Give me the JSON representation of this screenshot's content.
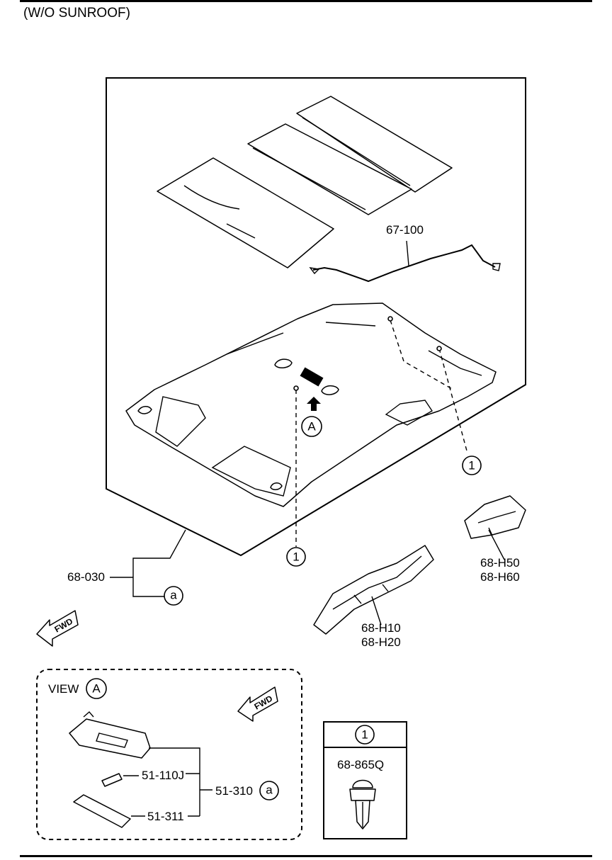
{
  "header": {
    "title": "(W/O SUNROOF)"
  },
  "callouts": {
    "detail_ref": "A",
    "clip_ref": "1",
    "assembly_ref": "a"
  },
  "parts": {
    "harness": "67-100",
    "headliner": "68-030",
    "trim_front_a": "68-H10",
    "trim_front_b": "68-H20",
    "trim_rear_a": "68-H50",
    "trim_rear_b": "68-H60"
  },
  "view_a": {
    "label": "VIEW",
    "bulb": "51-110J",
    "assembly": "51-310",
    "lens": "51-311"
  },
  "clip_box": {
    "part": "68-865Q"
  },
  "fwd_label": "FWD",
  "icons": [
    "fwd-arrow-icon",
    "circled-callout-icon"
  ]
}
